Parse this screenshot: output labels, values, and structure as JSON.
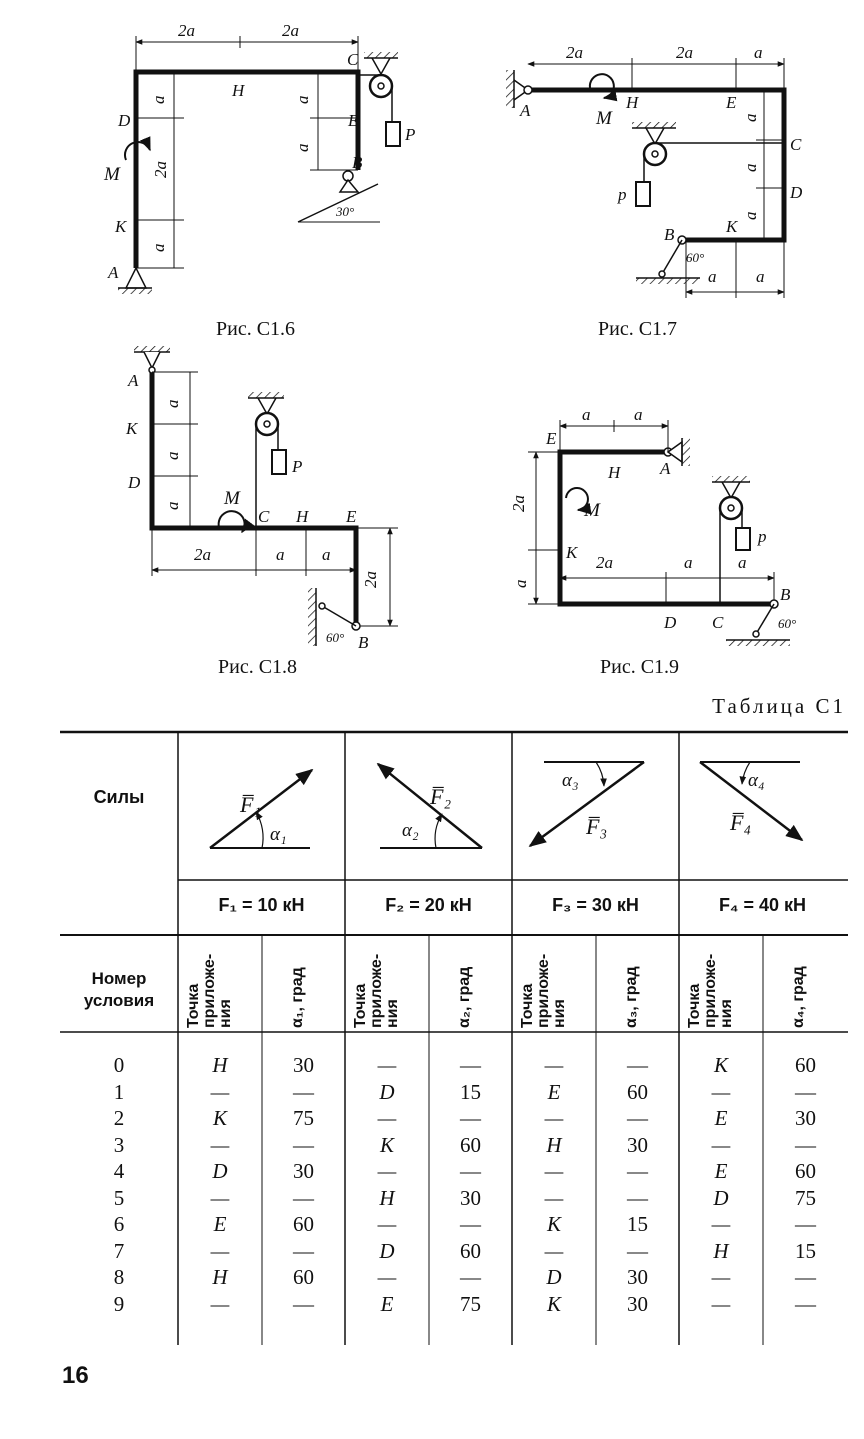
{
  "figures": [
    {
      "caption": "Рис. С1.6"
    },
    {
      "caption": "Рис. С1.7"
    },
    {
      "caption": "Рис. С1.8"
    },
    {
      "caption": "Рис. С1.9"
    }
  ],
  "table": {
    "title": "Таблица С1",
    "forces_label": "Силы",
    "condition_label": "Номер условия",
    "point_label": "Точка приложе-ния",
    "forces": [
      {
        "symbol": "F1",
        "alpha": "α1",
        "value_label": "F₁ = 10 кН",
        "angle_label": "α₁, град"
      },
      {
        "symbol": "F2",
        "alpha": "α2",
        "value_label": "F₂ = 20 кН",
        "angle_label": "α₂, град"
      },
      {
        "symbol": "F3",
        "alpha": "α3",
        "value_label": "F₃ = 30 кН",
        "angle_label": "α₃, град"
      },
      {
        "symbol": "F4",
        "alpha": "α4",
        "value_label": "F₄ = 40 кН",
        "angle_label": "α₄, град"
      }
    ],
    "rows": [
      [
        "0",
        "H",
        "30",
        "—",
        "—",
        "—",
        "—",
        "K",
        "60"
      ],
      [
        "1",
        "—",
        "—",
        "D",
        "15",
        "E",
        "60",
        "—",
        "—"
      ],
      [
        "2",
        "K",
        "75",
        "—",
        "—",
        "—",
        "—",
        "E",
        "30"
      ],
      [
        "3",
        "—",
        "—",
        "K",
        "60",
        "H",
        "30",
        "—",
        "—"
      ],
      [
        "4",
        "D",
        "30",
        "—",
        "—",
        "—",
        "—",
        "E",
        "60"
      ],
      [
        "5",
        "—",
        "—",
        "H",
        "30",
        "—",
        "—",
        "D",
        "75"
      ],
      [
        "6",
        "E",
        "60",
        "—",
        "—",
        "K",
        "15",
        "—",
        "—"
      ],
      [
        "7",
        "—",
        "—",
        "D",
        "60",
        "—",
        "—",
        "H",
        "15"
      ],
      [
        "8",
        "H",
        "60",
        "—",
        "—",
        "D",
        "30",
        "—",
        "—"
      ],
      [
        "9",
        "—",
        "—",
        "E",
        "75",
        "K",
        "30",
        "—",
        "—"
      ]
    ]
  },
  "page_number": "16"
}
